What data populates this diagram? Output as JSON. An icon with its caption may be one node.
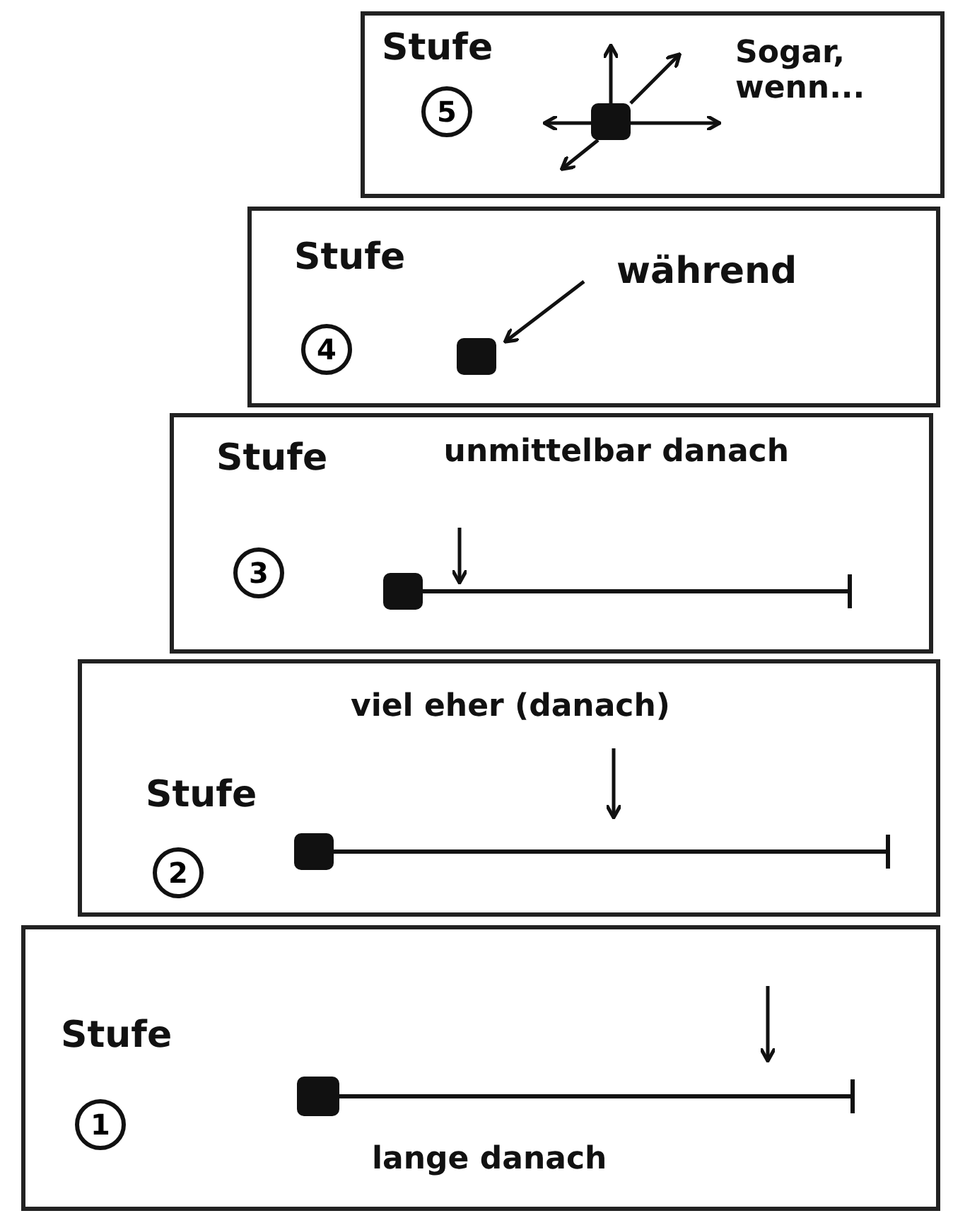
{
  "diagram": {
    "nodes": [
      {
        "text": [
          "Stufe",
          "Sogar, wenn..."
        ]
      },
      {
        "text": [
          "5"
        ],
        "in": 0
      },
      {
        "text": [
          "Stufe",
          "während"
        ]
      },
      {
        "text": [
          "4"
        ],
        "in": 2
      },
      {
        "text": [
          "Stufe",
          "unmittelbar danach"
        ]
      },
      {
        "text": [
          "3"
        ],
        "in": 4
      },
      {
        "text": [
          "viel eher (danach)",
          "Stufe"
        ]
      },
      {
        "text": [
          "2"
        ],
        "in": 6
      },
      {
        "text": [
          "Stufe",
          "lange danach"
        ]
      },
      {
        "text": [
          "1"
        ],
        "in": 8
      }
    ],
    "edges": []
  }
}
